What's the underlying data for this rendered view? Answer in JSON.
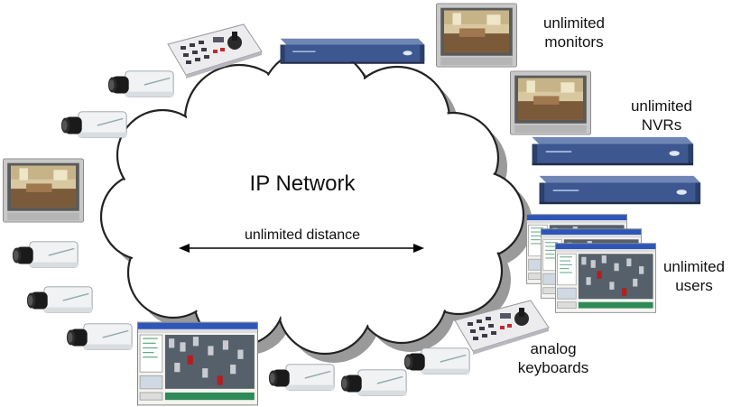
{
  "cloud": {
    "title": "IP Network",
    "distance_label": "unlimited distance"
  },
  "labels": {
    "monitors": "unlimited\nmonitors",
    "nvrs": "unlimited\nNVRs",
    "users": "unlimited\nusers",
    "keyboards": "analog\nkeyboards"
  },
  "colors": {
    "cloud_fill": "#ffffff",
    "cloud_outline": "#222222",
    "cloud_shadow": "#9a9a9a",
    "nvr_blue": "#3a5488",
    "monitor_case": "#c9c9c9",
    "camera_body": "#eef0f2",
    "keyboard_body": "#e8e8ea"
  }
}
